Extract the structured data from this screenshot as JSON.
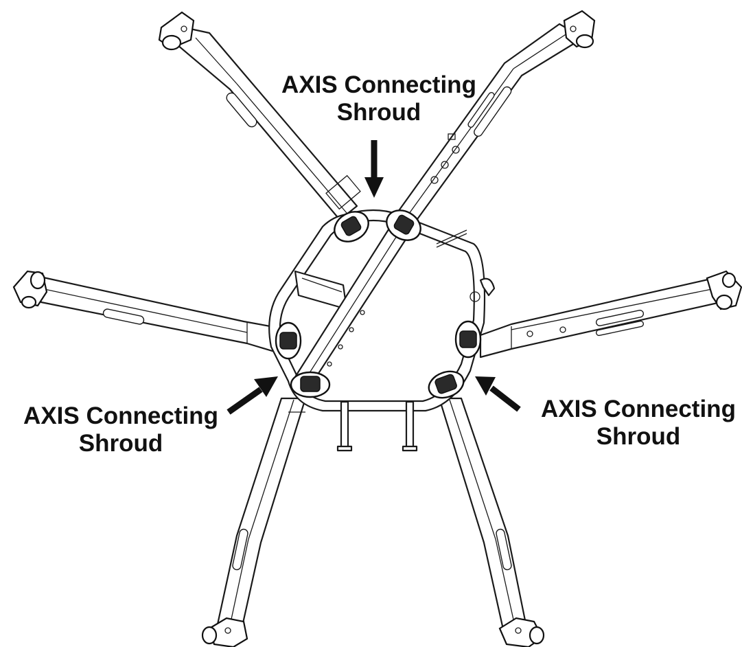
{
  "labels": {
    "top": {
      "line1": "AXIS Connecting",
      "line2": "Shroud"
    },
    "left": {
      "line1": "AXIS Connecting",
      "line2": "Shroud"
    },
    "right": {
      "line1": "AXIS Connecting",
      "line2": "Shroud"
    }
  },
  "colors": {
    "line": "#1a1a1a",
    "background": "#ffffff",
    "arrow": "#111111"
  }
}
